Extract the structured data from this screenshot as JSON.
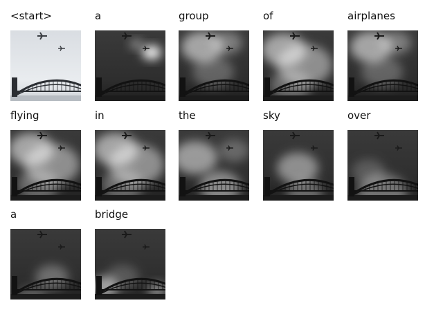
{
  "figure": {
    "frames": [
      {
        "word": "<start>",
        "focus": "none"
      },
      {
        "word": "a",
        "focus": "planes"
      },
      {
        "word": "group",
        "focus": "sky-top"
      },
      {
        "word": "of",
        "focus": "sky-wide"
      },
      {
        "word": "airplanes",
        "focus": "sky-top"
      },
      {
        "word": "flying",
        "focus": "sky-wide"
      },
      {
        "word": "in",
        "focus": "sky-wide"
      },
      {
        "word": "the",
        "focus": "sky-mid"
      },
      {
        "word": "sky",
        "focus": "center"
      },
      {
        "word": "over",
        "focus": "bottom"
      },
      {
        "word": "a",
        "focus": "center-bottom"
      },
      {
        "word": "bridge",
        "focus": "left-bottom"
      }
    ],
    "colors": {
      "background": "#ffffff",
      "text": "#111111",
      "sky": "#e3e6ea",
      "bridge": "#2b2e33"
    }
  }
}
